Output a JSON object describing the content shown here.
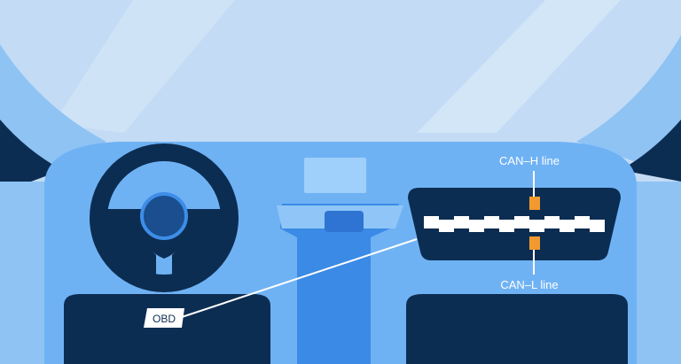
{
  "labels": {
    "obd": "OBD",
    "can_h": "CAN–H line",
    "can_l": "CAN–L line"
  },
  "colors": {
    "sky": "#c3dbf5",
    "pillar_light": "#8ec3f4",
    "pillar_dark": "#0c2d52",
    "dashboard": "#6fb2f4",
    "dark_navy": "#0c2d52",
    "console": "#3a8ae6",
    "screen": "#9fd0fb",
    "wire_highlight": "#f29a2e",
    "label_text": "#ffffff"
  }
}
